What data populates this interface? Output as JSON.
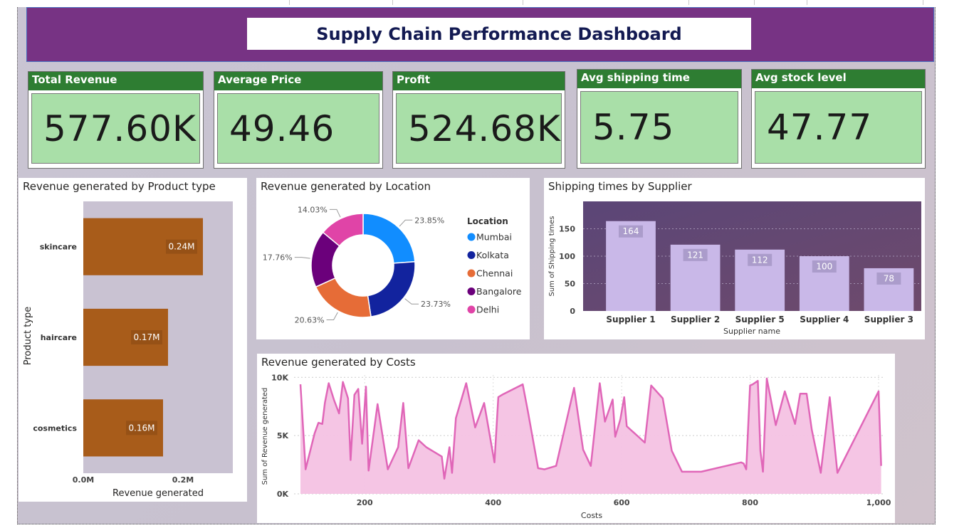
{
  "dashboard": {
    "title": "Supply Chain Performance Dashboard"
  },
  "kpis": [
    {
      "label": "Total Revenue",
      "value": "577.60K"
    },
    {
      "label": "Average Price",
      "value": "49.46"
    },
    {
      "label": "Profit",
      "value": "524.68K"
    },
    {
      "label": "Avg shipping time",
      "value": "5.75"
    },
    {
      "label": "Avg stock level",
      "value": "47.77"
    }
  ],
  "colors": {
    "header": "#773384",
    "kpi_header": "#2e7d32",
    "kpi_body": "#a9dfa8",
    "bar_orange": "#a85c1a",
    "supplier_bar": "#c9b8e8",
    "area_line": "#e066b8",
    "area_fill": "#f4c2e3"
  },
  "chart_data": [
    {
      "type": "bar",
      "orientation": "horizontal",
      "title": "Revenue generated by Product type",
      "xlabel": "Revenue generated",
      "ylabel": "Product type",
      "categories": [
        "skincare",
        "haircare",
        "cosmetics"
      ],
      "values": [
        0.24,
        0.17,
        0.16
      ],
      "data_labels": [
        "0.24M",
        "0.17M",
        "0.16M"
      ],
      "xticks": [
        "0.0M",
        "0.2M"
      ],
      "xlim": [
        0,
        0.3
      ]
    },
    {
      "type": "pie",
      "style": "donut",
      "title": "Revenue generated by Location",
      "legend_title": "Location",
      "legend_position": "right",
      "slices": [
        {
          "name": "Mumbai",
          "value": 23.85,
          "label": "23.85%",
          "color": "#118dff"
        },
        {
          "name": "Kolkata",
          "value": 23.73,
          "label": "23.73%",
          "color": "#12239e"
        },
        {
          "name": "Chennai",
          "value": 20.63,
          "label": "20.63%",
          "color": "#e66c37"
        },
        {
          "name": "Bangalore",
          "value": 17.76,
          "label": "17.76%",
          "color": "#6b007b"
        },
        {
          "name": "Delhi",
          "value": 14.03,
          "label": "14.03%",
          "color": "#e044a7"
        }
      ]
    },
    {
      "type": "bar",
      "title": "Shipping times by Supplier",
      "xlabel": "Supplier name",
      "ylabel": "Sum of Shipping times",
      "categories": [
        "Supplier 1",
        "Supplier 2",
        "Supplier 5",
        "Supplier 4",
        "Supplier 3"
      ],
      "values": [
        164,
        121,
        112,
        100,
        78
      ],
      "yticks": [
        "0",
        "50",
        "100",
        "150"
      ],
      "ylim": [
        0,
        200
      ]
    },
    {
      "type": "area",
      "title": "Revenue generated by Costs",
      "xlabel": "Costs",
      "ylabel": "Sum of Revenue generated",
      "xticks": [
        "200",
        "400",
        "600",
        "800",
        "1,000"
      ],
      "yticks": [
        "0K",
        "5K",
        "10K"
      ],
      "xlim": [
        90,
        1010
      ],
      "ylim": [
        0,
        10200
      ],
      "x": [
        100,
        108,
        122,
        128,
        134,
        138,
        144,
        152,
        160,
        166,
        174,
        178,
        184,
        190,
        196,
        202,
        206,
        220,
        236,
        252,
        260,
        268,
        284,
        296,
        320,
        324,
        332,
        336,
        342,
        358,
        372,
        386,
        402,
        408,
        414,
        446,
        454,
        470,
        480,
        498,
        526,
        540,
        552,
        566,
        574,
        586,
        590,
        598,
        604,
        608,
        630,
        636,
        646,
        664,
        678,
        694,
        724,
        786,
        790,
        794,
        800,
        804,
        812,
        816,
        820,
        826,
        840,
        854,
        870,
        878,
        888,
        896,
        910,
        924,
        936,
        1000,
        1004
      ],
      "y": [
        9400,
        2100,
        5200,
        6100,
        6000,
        7800,
        9500,
        8100,
        6900,
        9600,
        8200,
        2900,
        8500,
        9000,
        4300,
        9200,
        2000,
        7700,
        2100,
        4000,
        7800,
        2200,
        4600,
        4000,
        3200,
        1300,
        4000,
        1800,
        6500,
        9500,
        5700,
        7800,
        2700,
        8300,
        8500,
        9400,
        7100,
        2200,
        2100,
        2400,
        9100,
        3800,
        2400,
        9500,
        6200,
        8100,
        4900,
        6400,
        8300,
        5800,
        4700,
        4400,
        9300,
        8200,
        3700,
        1900,
        1900,
        2700,
        2600,
        2100,
        9300,
        9400,
        9700,
        3700,
        1900,
        9900,
        5900,
        8800,
        6000,
        8600,
        8600,
        5500,
        1800,
        8300,
        1800,
        8800,
        2400
      ]
    }
  ]
}
